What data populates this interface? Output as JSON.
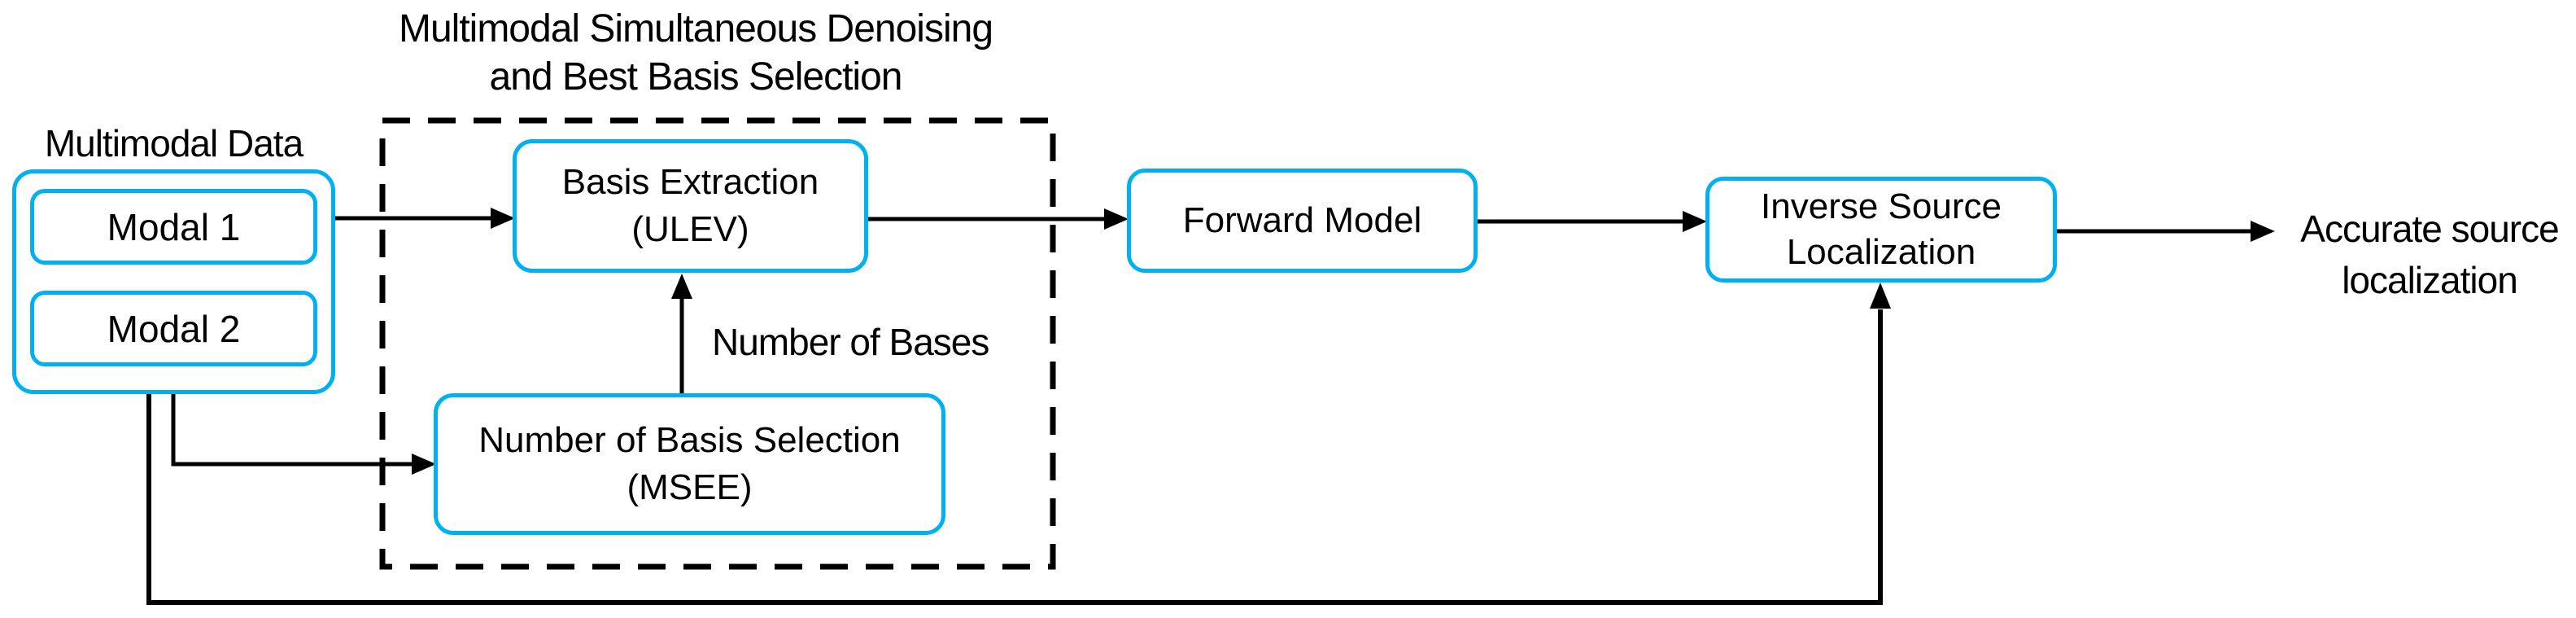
{
  "figure": {
    "title_line1": "Multimodal Simultaneous Denoising",
    "title_line2": "and Best Basis Selection",
    "multimodal": {
      "group_label": "Multimodal Data",
      "modal1_label": "Modal 1",
      "modal2_label": "Modal 2"
    },
    "basis_extraction": {
      "line1": "Basis Extraction",
      "line2": "(ULEV)"
    },
    "number_of_basis_selection": {
      "line1": "Number of Basis Selection",
      "line2": "(MSEE)"
    },
    "forward_model": {
      "label": "Forward Model"
    },
    "inverse_source_localization": {
      "line1": "Inverse Source",
      "line2": "Localization"
    },
    "annotations": {
      "number_of_bases": "Number of Bases",
      "output_line1": "Accurate source",
      "output_line2": "localization"
    },
    "colors": {
      "box_border": "#00B0F0",
      "line": "#000000",
      "text": "#000000",
      "background": "#FFFFFF"
    }
  }
}
